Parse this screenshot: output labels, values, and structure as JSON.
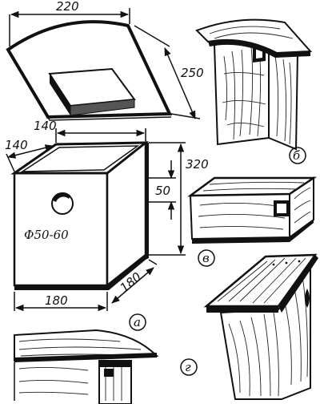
{
  "dimensions": {
    "roof_width": "220",
    "roof_depth": "250",
    "box_width": "140",
    "box_depth": "140",
    "box_height": "320",
    "hole_offset": "50",
    "base_width": "180",
    "base_depth": "180",
    "hole_diameter": "Ф50-60"
  },
  "labels": {
    "a": "а",
    "b": "б",
    "v": "в",
    "g": "г"
  }
}
